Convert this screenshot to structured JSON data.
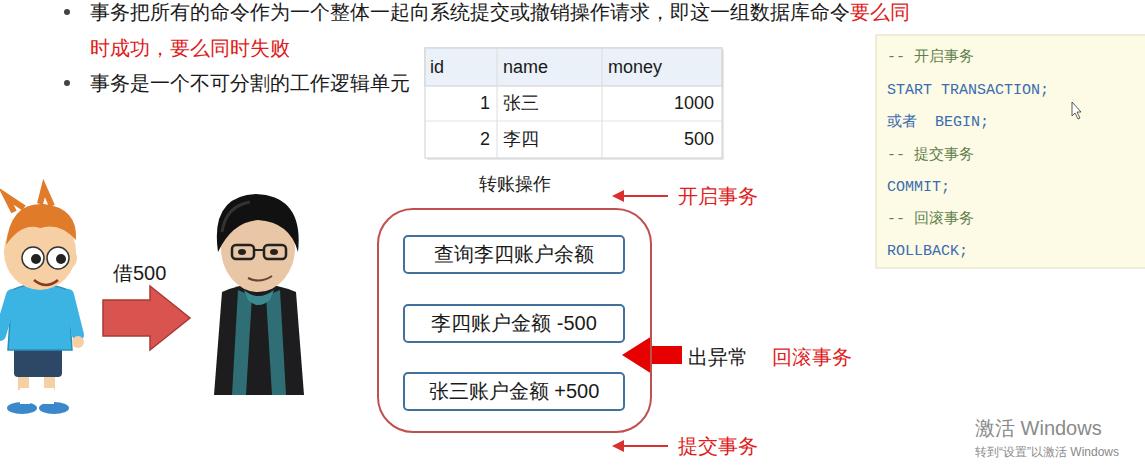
{
  "diagram": {
    "nodes": [
      {
        "text": [
          "转账操作"
        ]
      },
      {
        "text": [
          "查询李四账户余额"
        ],
        "in": 0
      },
      {
        "text": [
          "李四账户金额 -500"
        ],
        "in": 0
      },
      {
        "text": [
          "张三账户金额 +500"
        ],
        "in": 0
      }
    ],
    "labels": [
      "事务把所有的命令作为一个整体一起向系统提交或撤销操作请求，即这一组数据库命令",
      "要么同时成功，要么同时失败",
      "事务是一个不可分割的工作逻辑单元",
      "id",
      "name",
      "money",
      "1",
      "张三",
      "1000",
      "2",
      "李四",
      "500",
      "借500",
      "开启事务",
      "出异常",
      "回滚事务",
      "提交事务",
      "-- 开启事务",
      "START TRANSACTION;",
      "或者  BEGIN;",
      "-- 提交事务",
      "COMMIT;",
      "-- 回滚事务",
      "ROLLBACK;",
      "激活 Windows",
      "转到“设置”以激活 Windows"
    ]
  }
}
